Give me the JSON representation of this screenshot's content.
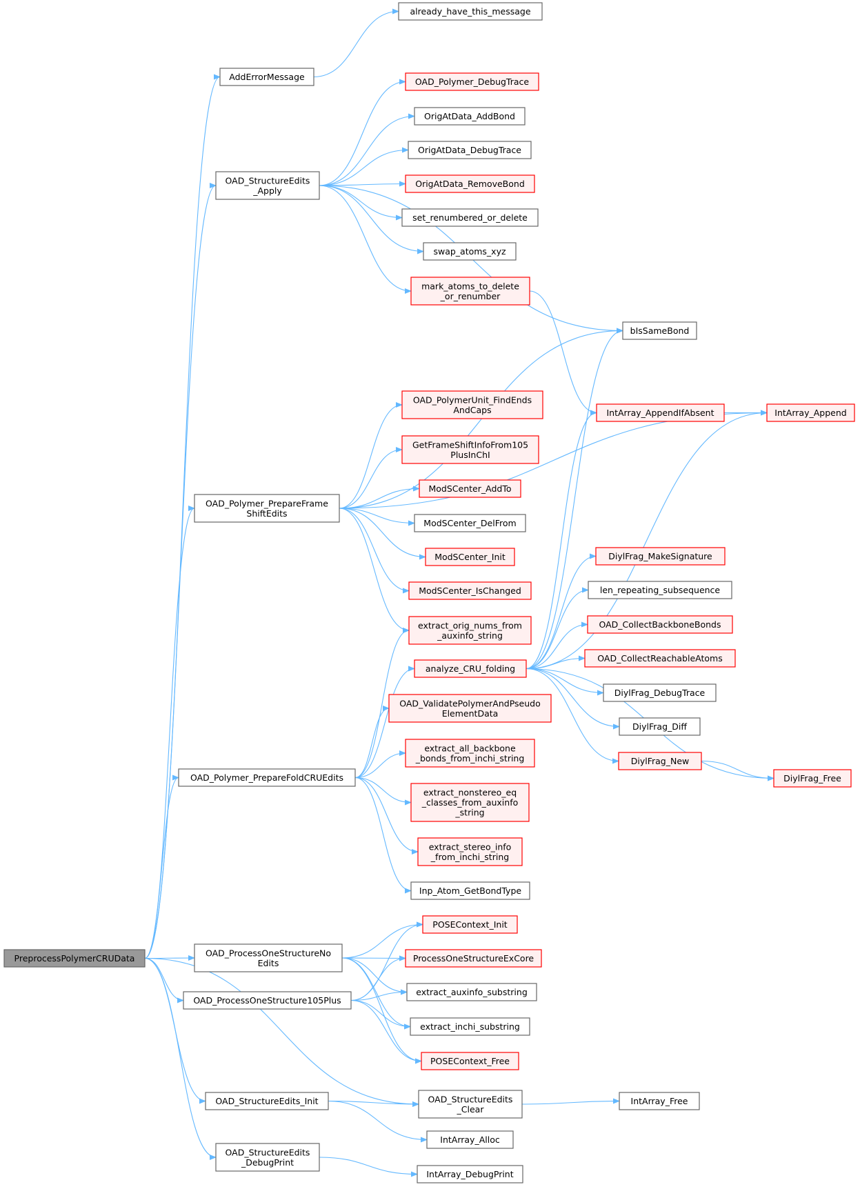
{
  "colors": {
    "edge": "#63b8ff",
    "normal_border": "#666666",
    "normal_fill": "#ffffff",
    "red_border": "#ff0000",
    "red_fill": "#fff0f0",
    "root_fill": "#999999",
    "root_border": "#666666"
  },
  "nodes": [
    {
      "id": "root",
      "lines": [
        "PreprocessPolymerCRUData"
      ],
      "style": "root"
    },
    {
      "id": "addErr",
      "lines": [
        "AddErrorMessage"
      ],
      "style": "normal"
    },
    {
      "id": "already",
      "lines": [
        "already_have_this_message"
      ],
      "style": "normal"
    },
    {
      "id": "seApply",
      "lines": [
        "OAD_StructureEdits",
        "_Apply"
      ],
      "style": "normal"
    },
    {
      "id": "polyDbg",
      "lines": [
        "OAD_Polymer_DebugTrace"
      ],
      "style": "red"
    },
    {
      "id": "origAdd",
      "lines": [
        "OrigAtData_AddBond"
      ],
      "style": "normal"
    },
    {
      "id": "origDbg",
      "lines": [
        "OrigAtData_DebugTrace"
      ],
      "style": "normal"
    },
    {
      "id": "origRem",
      "lines": [
        "OrigAtData_RemoveBond"
      ],
      "style": "red"
    },
    {
      "id": "setRen",
      "lines": [
        "set_renumbered_or_delete"
      ],
      "style": "normal"
    },
    {
      "id": "swap",
      "lines": [
        "swap_atoms_xyz"
      ],
      "style": "normal"
    },
    {
      "id": "mark",
      "lines": [
        "mark_atoms_to_delete",
        "_or_renumber"
      ],
      "style": "red"
    },
    {
      "id": "bIsSame",
      "lines": [
        "bIsSameBond"
      ],
      "style": "normal"
    },
    {
      "id": "prepFrame",
      "lines": [
        "OAD_Polymer_PrepareFrame",
        "ShiftEdits"
      ],
      "style": "normal"
    },
    {
      "id": "findEnds",
      "lines": [
        "OAD_PolymerUnit_FindEnds",
        "AndCaps"
      ],
      "style": "red"
    },
    {
      "id": "getFrame",
      "lines": [
        "GetFrameShiftInfoFrom105",
        "PlusInChI"
      ],
      "style": "red"
    },
    {
      "id": "modAdd",
      "lines": [
        "ModSCenter_AddTo"
      ],
      "style": "red"
    },
    {
      "id": "modDel",
      "lines": [
        "ModSCenter_DelFrom"
      ],
      "style": "normal"
    },
    {
      "id": "modInit",
      "lines": [
        "ModSCenter_Init"
      ],
      "style": "red"
    },
    {
      "id": "modChg",
      "lines": [
        "ModSCenter_IsChanged"
      ],
      "style": "red"
    },
    {
      "id": "extractOrig",
      "lines": [
        "extract_orig_nums_from",
        "_auxinfo_string"
      ],
      "style": "red"
    },
    {
      "id": "intAppAbs",
      "lines": [
        "IntArray_AppendIfAbsent"
      ],
      "style": "red"
    },
    {
      "id": "intApp",
      "lines": [
        "IntArray_Append"
      ],
      "style": "red"
    },
    {
      "id": "diylSig",
      "lines": [
        "DiylFrag_MakeSignature"
      ],
      "style": "red"
    },
    {
      "id": "lenRep",
      "lines": [
        "len_repeating_subsequence"
      ],
      "style": "normal"
    },
    {
      "id": "collBack",
      "lines": [
        "OAD_CollectBackboneBonds"
      ],
      "style": "red"
    },
    {
      "id": "collReach",
      "lines": [
        "OAD_CollectReachableAtoms"
      ],
      "style": "red"
    },
    {
      "id": "analyze",
      "lines": [
        "analyze_CRU_folding"
      ],
      "style": "red"
    },
    {
      "id": "diylDbg",
      "lines": [
        "DiylFrag_DebugTrace"
      ],
      "style": "normal"
    },
    {
      "id": "diylDiff",
      "lines": [
        "DiylFrag_Diff"
      ],
      "style": "normal"
    },
    {
      "id": "diylNew",
      "lines": [
        "DiylFrag_New"
      ],
      "style": "red"
    },
    {
      "id": "diylFree",
      "lines": [
        "DiylFrag_Free"
      ],
      "style": "red"
    },
    {
      "id": "validate",
      "lines": [
        "OAD_ValidatePolymerAndPseudo",
        "ElementData"
      ],
      "style": "red"
    },
    {
      "id": "extractBack",
      "lines": [
        "extract_all_backbone",
        "_bonds_from_inchi_string"
      ],
      "style": "red"
    },
    {
      "id": "prepFold",
      "lines": [
        "OAD_Polymer_PrepareFoldCRUEdits"
      ],
      "style": "normal"
    },
    {
      "id": "extractNon",
      "lines": [
        "extract_nonstereo_eq",
        "_classes_from_auxinfo",
        "_string"
      ],
      "style": "red"
    },
    {
      "id": "extractStereo",
      "lines": [
        "extract_stereo_info",
        "_from_inchi_string"
      ],
      "style": "red"
    },
    {
      "id": "inpAtom",
      "lines": [
        "Inp_Atom_GetBondType"
      ],
      "style": "normal"
    },
    {
      "id": "poseInit",
      "lines": [
        "POSEContext_Init"
      ],
      "style": "red"
    },
    {
      "id": "procNo",
      "lines": [
        "OAD_ProcessOneStructureNo",
        "Edits"
      ],
      "style": "normal"
    },
    {
      "id": "procEx",
      "lines": [
        "ProcessOneStructureExCore"
      ],
      "style": "red"
    },
    {
      "id": "proc105",
      "lines": [
        "OAD_ProcessOneStructure105Plus"
      ],
      "style": "normal"
    },
    {
      "id": "extractAux",
      "lines": [
        "extract_auxinfo_substring"
      ],
      "style": "normal"
    },
    {
      "id": "extractInchi",
      "lines": [
        "extract_inchi_substring"
      ],
      "style": "normal"
    },
    {
      "id": "poseFree",
      "lines": [
        "POSEContext_Free"
      ],
      "style": "red"
    },
    {
      "id": "seInit",
      "lines": [
        "OAD_StructureEdits_Init"
      ],
      "style": "normal"
    },
    {
      "id": "seClear",
      "lines": [
        "OAD_StructureEdits",
        "_Clear"
      ],
      "style": "normal"
    },
    {
      "id": "intFree",
      "lines": [
        "IntArray_Free"
      ],
      "style": "normal"
    },
    {
      "id": "intAlloc",
      "lines": [
        "IntArray_Alloc"
      ],
      "style": "normal"
    },
    {
      "id": "seDbgPrint",
      "lines": [
        "OAD_StructureEdits",
        "_DebugPrint"
      ],
      "style": "normal"
    },
    {
      "id": "intDbgPrint",
      "lines": [
        "IntArray_DebugPrint"
      ],
      "style": "normal"
    }
  ],
  "edges": [
    [
      "root",
      "addErr"
    ],
    [
      "root",
      "seApply"
    ],
    [
      "root",
      "prepFrame"
    ],
    [
      "root",
      "prepFold"
    ],
    [
      "root",
      "procNo"
    ],
    [
      "root",
      "proc105"
    ],
    [
      "root",
      "seClear"
    ],
    [
      "root",
      "seInit"
    ],
    [
      "root",
      "seDbgPrint"
    ],
    [
      "addErr",
      "already"
    ],
    [
      "seApply",
      "bIsSame"
    ],
    [
      "seApply",
      "polyDbg"
    ],
    [
      "seApply",
      "origAdd"
    ],
    [
      "seApply",
      "origDbg"
    ],
    [
      "seApply",
      "origRem"
    ],
    [
      "seApply",
      "setRen"
    ],
    [
      "seApply",
      "swap"
    ],
    [
      "seApply",
      "mark"
    ],
    [
      "mark",
      "intAppAbs"
    ],
    [
      "prepFrame",
      "bIsSame"
    ],
    [
      "prepFrame",
      "intApp"
    ],
    [
      "prepFrame",
      "findEnds"
    ],
    [
      "prepFrame",
      "getFrame"
    ],
    [
      "prepFrame",
      "modAdd"
    ],
    [
      "prepFrame",
      "modDel"
    ],
    [
      "prepFrame",
      "modInit"
    ],
    [
      "prepFrame",
      "modChg"
    ],
    [
      "prepFrame",
      "extractOrig"
    ],
    [
      "intAppAbs",
      "intApp"
    ],
    [
      "prepFold",
      "extractOrig"
    ],
    [
      "prepFold",
      "analyze"
    ],
    [
      "prepFold",
      "validate"
    ],
    [
      "prepFold",
      "extractBack"
    ],
    [
      "prepFold",
      "extractNon"
    ],
    [
      "prepFold",
      "extractStereo"
    ],
    [
      "prepFold",
      "inpAtom"
    ],
    [
      "analyze",
      "bIsSame"
    ],
    [
      "analyze",
      "intAppAbs"
    ],
    [
      "analyze",
      "intApp"
    ],
    [
      "analyze",
      "diylSig"
    ],
    [
      "analyze",
      "lenRep"
    ],
    [
      "analyze",
      "collBack"
    ],
    [
      "analyze",
      "collReach"
    ],
    [
      "analyze",
      "diylDbg"
    ],
    [
      "analyze",
      "diylDiff"
    ],
    [
      "analyze",
      "diylNew"
    ],
    [
      "analyze",
      "diylFree"
    ],
    [
      "diylNew",
      "diylFree"
    ],
    [
      "procNo",
      "poseInit"
    ],
    [
      "procNo",
      "procEx"
    ],
    [
      "procNo",
      "extractAux"
    ],
    [
      "procNo",
      "extractInchi"
    ],
    [
      "procNo",
      "poseFree"
    ],
    [
      "proc105",
      "poseInit"
    ],
    [
      "proc105",
      "procEx"
    ],
    [
      "proc105",
      "extractAux"
    ],
    [
      "proc105",
      "extractInchi"
    ],
    [
      "proc105",
      "poseFree"
    ],
    [
      "seInit",
      "seClear"
    ],
    [
      "seInit",
      "intAlloc"
    ],
    [
      "seClear",
      "intFree"
    ],
    [
      "seDbgPrint",
      "intDbgPrint"
    ]
  ]
}
